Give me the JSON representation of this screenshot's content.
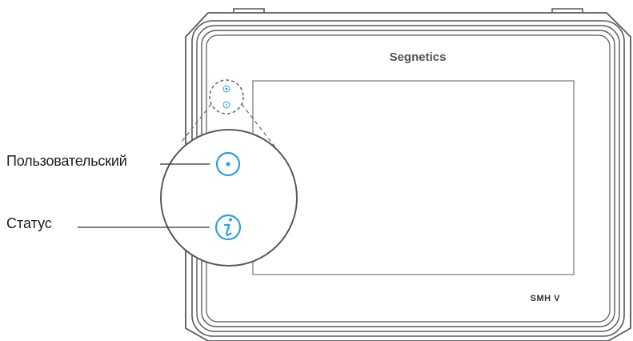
{
  "device": {
    "brand": "Segnetics",
    "model": "SMH V"
  },
  "callouts": [
    {
      "label": "Пользовательский",
      "icon": "user-indicator-icon"
    },
    {
      "label": "Статус",
      "icon": "status-info-icon"
    }
  ],
  "colors": {
    "device_outline": "#555a60",
    "indicator_icon": "#29a3d9",
    "leader_line": "#333333",
    "dashed_line": "#6f6f6f",
    "background": "#ffffff"
  }
}
